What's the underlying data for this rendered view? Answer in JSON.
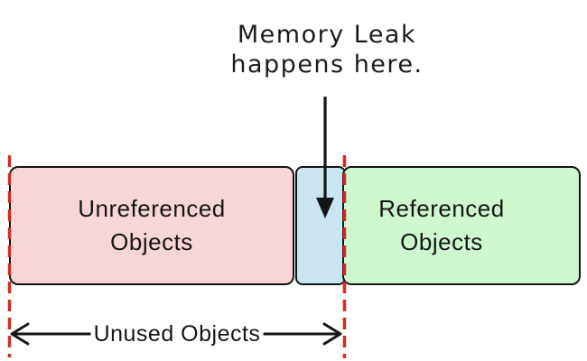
{
  "annotation": {
    "line1": "Memory Leak",
    "line2": "happens here."
  },
  "boxes": {
    "unreferenced": {
      "label": "Unreferenced\nObjects",
      "fill": "#f8d5d7"
    },
    "leak": {
      "fill": "#c9e6f0"
    },
    "referenced": {
      "label": "Referenced\nObjects",
      "fill": "#cdf8cd"
    }
  },
  "measure": {
    "label": "Unused Objects"
  },
  "colors": {
    "outline": "#151515",
    "arrow": "#151515",
    "dashed_boundary": "#d42a1e",
    "background": "#ffffff"
  }
}
